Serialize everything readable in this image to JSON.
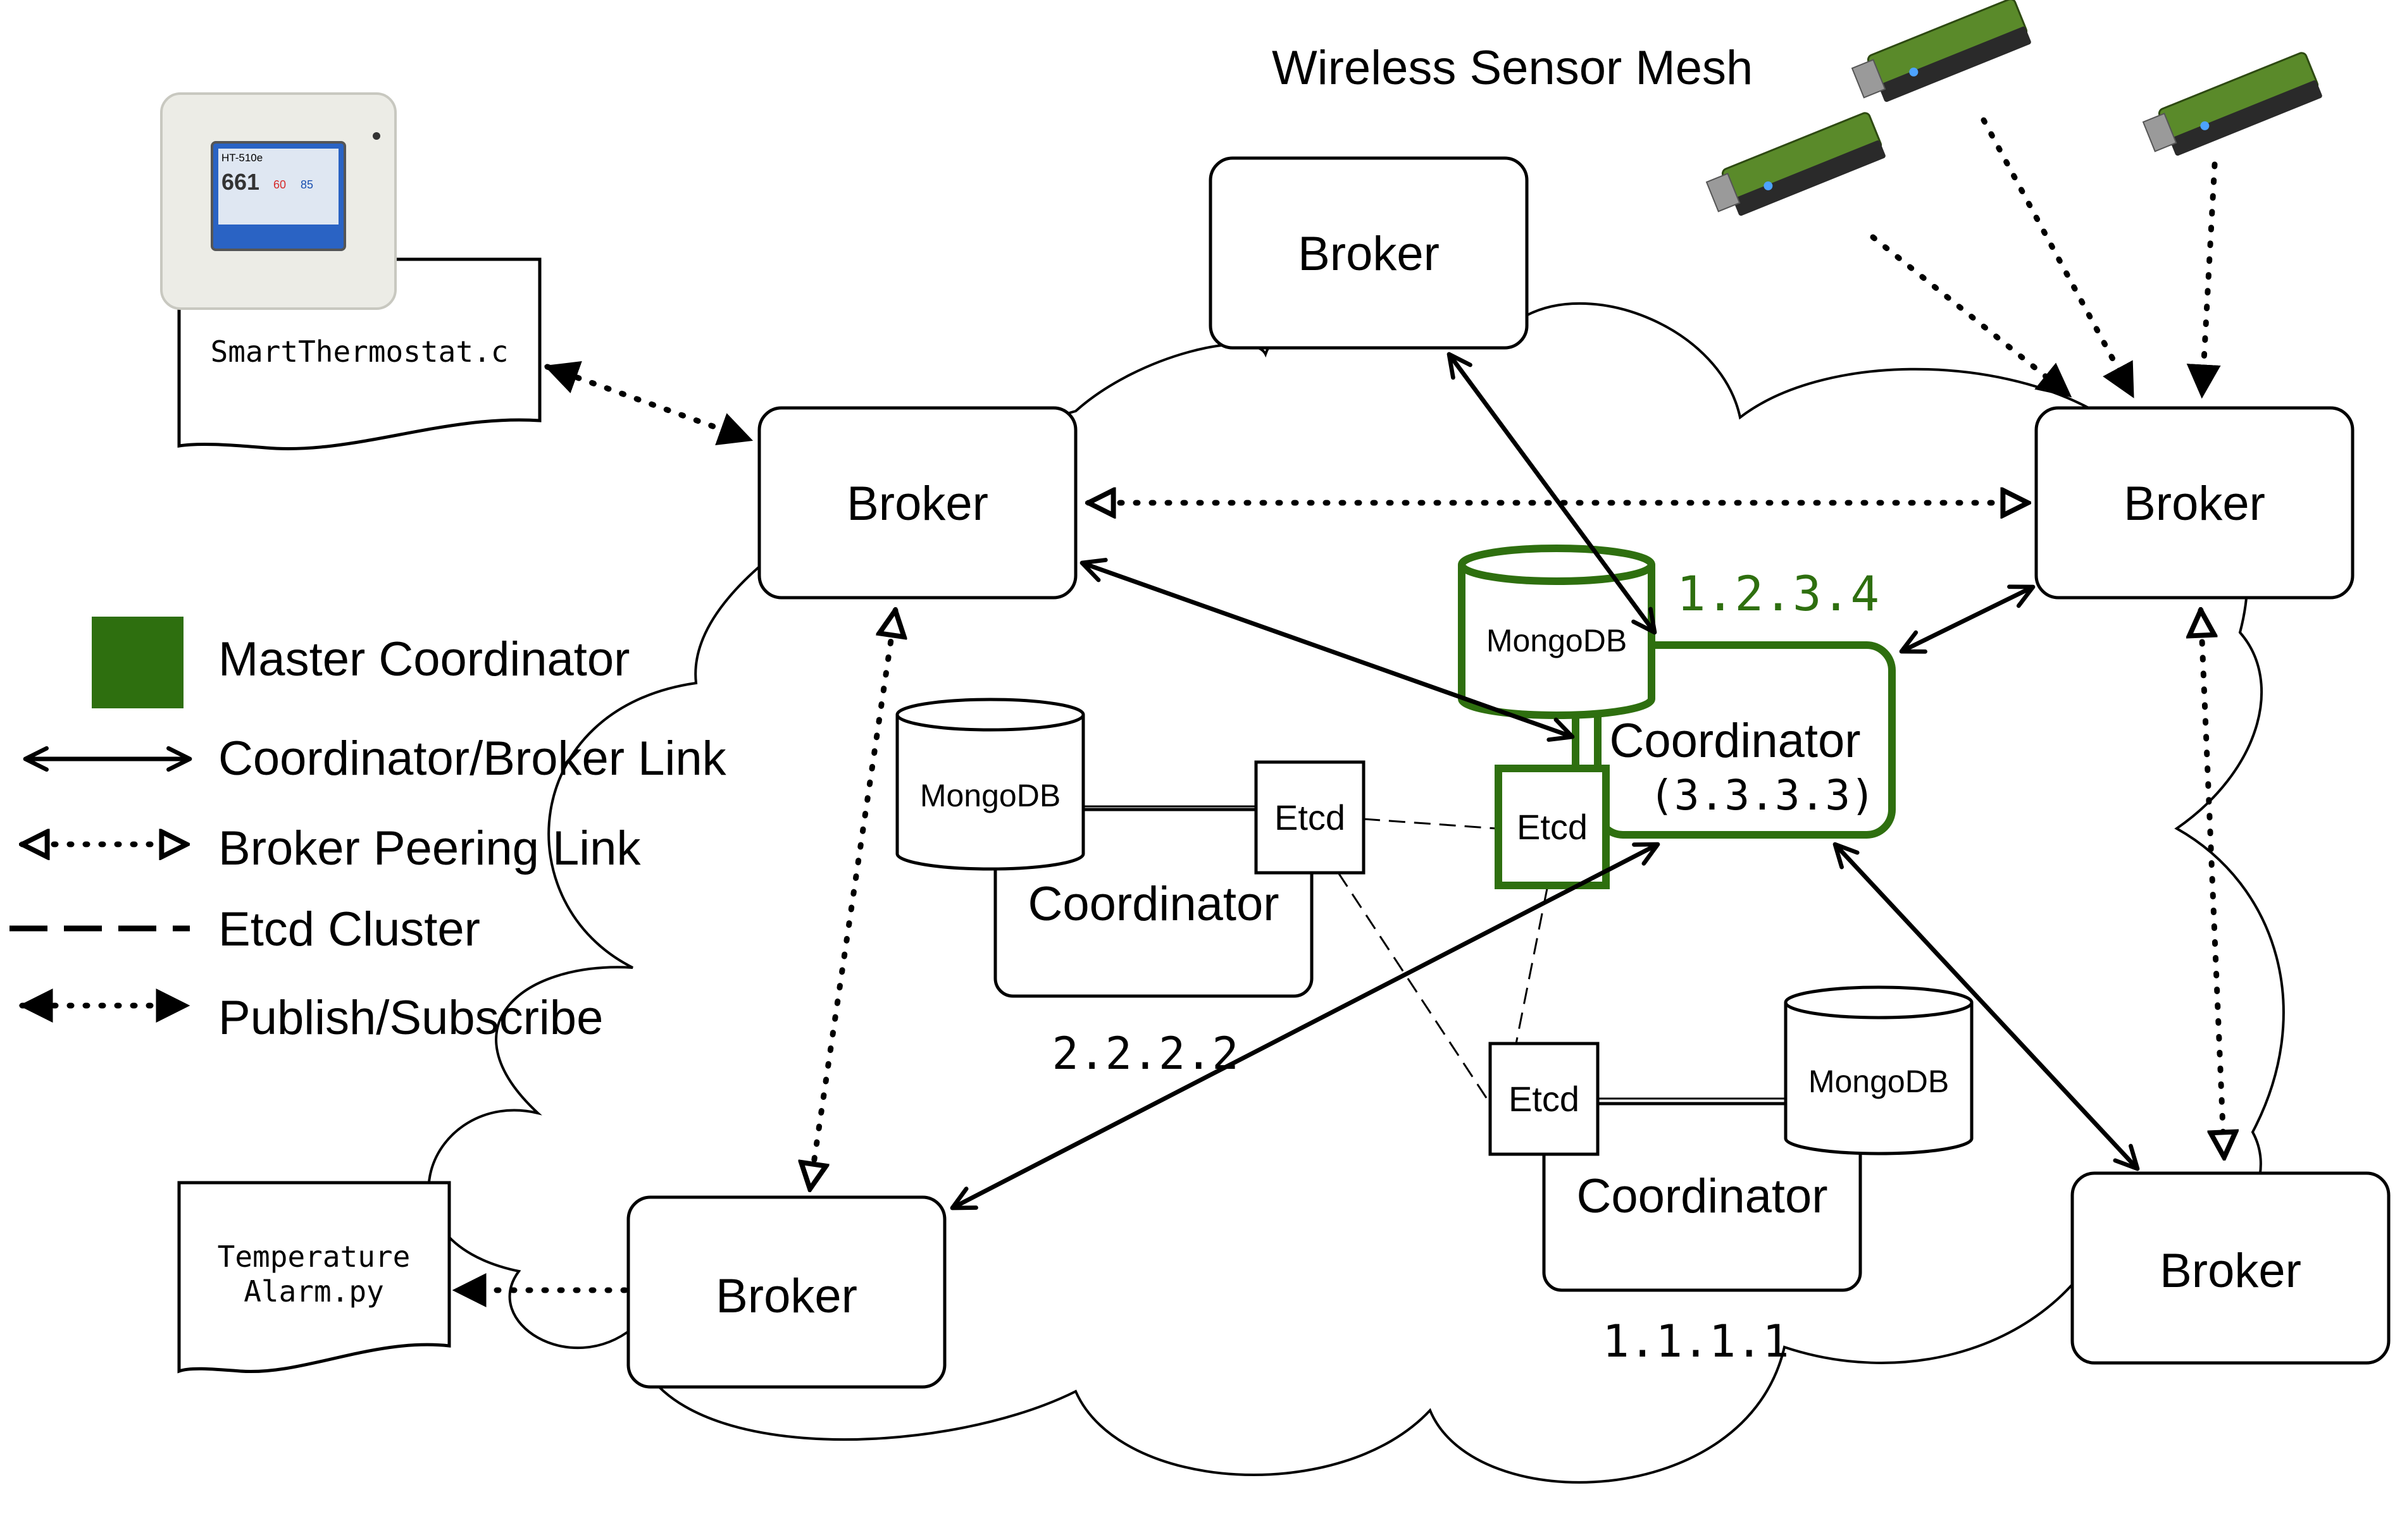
{
  "colors": {
    "master_green": "#2e6f0f",
    "ink": "#000000",
    "board_green": "#5a8a2a",
    "board_dark": "#2a2a2a",
    "thermostat_screen": "#2a63c4"
  },
  "title": "Wireless Sensor Mesh",
  "legend": {
    "master": "Master Coordinator",
    "coord_link": "Coordinator/Broker Link",
    "peer_link": "Broker Peering Link",
    "etcd": "Etcd Cluster",
    "pubsub": "Publish/Subscribe"
  },
  "brokers": {
    "top": "Broker",
    "left": "Broker",
    "right": "Broker",
    "bottom_left": "Broker",
    "bottom_right": "Broker"
  },
  "clients": {
    "thermostat": "SmartThermostat.c",
    "alarm_line1": "Temperature",
    "alarm_line2": "Alarm.py"
  },
  "thermostat_screen": {
    "title": "HT-510e",
    "temp": "661",
    "setpoint_low": "60",
    "setpoint_high": "85"
  },
  "coordinators": {
    "master": {
      "label": "Coordinator",
      "address": "(3.3.3.3)",
      "ip": "1.2.3.4",
      "db": "MongoDB",
      "etcd": "Etcd"
    },
    "mid": {
      "label": "Coordinator",
      "ip": "2.2.2.2",
      "db": "MongoDB",
      "etcd": "Etcd"
    },
    "low": {
      "label": "Coordinator",
      "ip": "1.1.1.1",
      "db": "MongoDB",
      "etcd": "Etcd"
    }
  },
  "icons": {
    "sensor": "sensor-board-icon",
    "thermostat": "thermostat-device-icon"
  }
}
